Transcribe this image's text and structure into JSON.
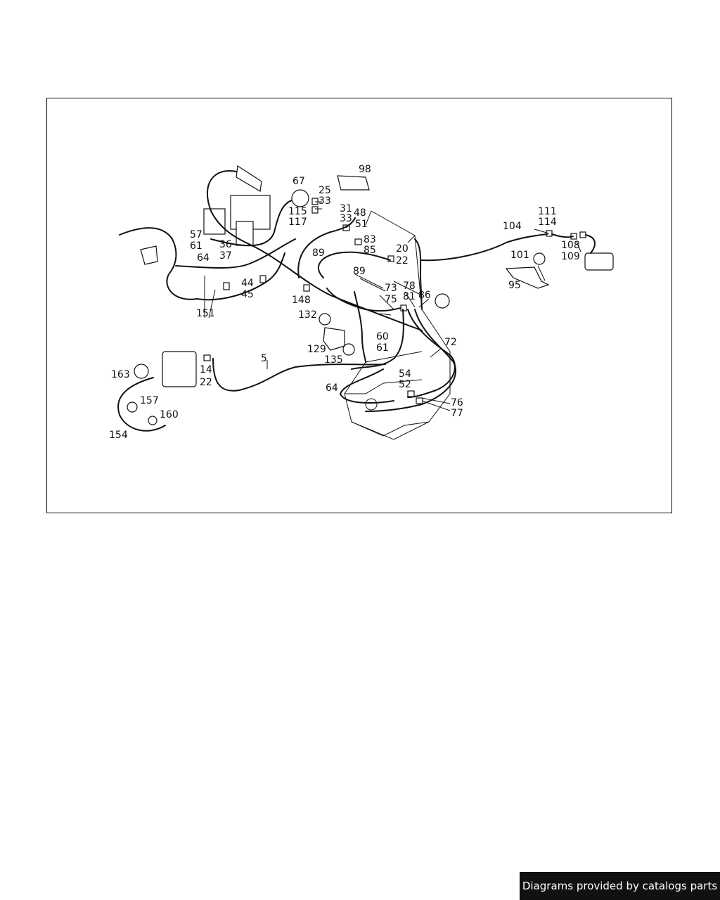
{
  "callouts": {
    "c67": "67",
    "c98": "98",
    "c25": "25",
    "c33a": "33",
    "c31": "31",
    "c48": "48",
    "c33b": "33",
    "c51": "51",
    "c115": "115",
    "c117": "117",
    "c83": "83",
    "c85": "85",
    "c89a": "89",
    "c89b": "89",
    "c20": "20",
    "c22a": "22",
    "c111": "111",
    "c114": "114",
    "c104": "104",
    "c108": "108",
    "c109": "109",
    "c101": "101",
    "c95": "95",
    "c57": "57",
    "c61a": "61",
    "c64a": "64",
    "c36": "36",
    "c37": "37",
    "c44": "44",
    "c45": "45",
    "c151": "151",
    "c148": "148",
    "c132": "132",
    "c129": "129",
    "c135": "135",
    "c73": "73",
    "c75": "75",
    "c78": "78",
    "c81": "81",
    "c86": "86",
    "c60": "60",
    "c61b": "61",
    "c72": "72",
    "c5": "5",
    "c14": "14",
    "c22b": "22",
    "c163": "163",
    "c157": "157",
    "c160": "160",
    "c154": "154",
    "c64b": "64",
    "c54": "54",
    "c52": "52",
    "c76": "76",
    "c77": "77"
  },
  "footer": {
    "text": "Diagrams provided by catalogs parts"
  }
}
